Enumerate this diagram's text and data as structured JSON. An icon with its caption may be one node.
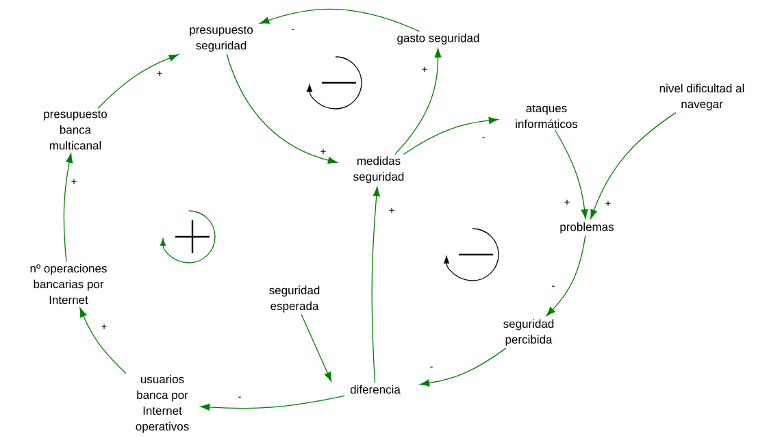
{
  "diagram": {
    "nodes": [
      {
        "text": [
          "presupuesto seguridad"
        ]
      },
      {
        "text": [
          "gasto seguridad"
        ]
      },
      {
        "text": [
          "presupuesto banca multicanal"
        ]
      },
      {
        "text": [
          "medidas seguridad"
        ]
      },
      {
        "text": [
          "ataques informáticos"
        ]
      },
      {
        "text": [
          "nivel dificultad al navegar"
        ]
      },
      {
        "text": [
          "problemas"
        ]
      },
      {
        "text": [
          "nº operaciones bancarias por Internet"
        ]
      },
      {
        "text": [
          "seguridad esperada"
        ]
      },
      {
        "text": [
          "seguridad percibida"
        ]
      },
      {
        "text": [
          "diferencia"
        ]
      },
      {
        "text": [
          "usuarios banca por Internet operativos"
        ]
      }
    ],
    "edges": [
      {
        "from": 1,
        "to": 0,
        "arrow": "to",
        "label": "-"
      },
      {
        "from": 2,
        "to": 0,
        "arrow": "to",
        "label": "+"
      },
      {
        "from": 0,
        "to": 3,
        "arrow": "to",
        "label": "+"
      },
      {
        "from": 3,
        "to": 1,
        "arrow": "to",
        "label": "+"
      },
      {
        "from": 3,
        "to": 4,
        "arrow": "to",
        "label": "-"
      },
      {
        "from": 4,
        "to": 6,
        "arrow": "to",
        "label": "+"
      },
      {
        "from": 5,
        "to": 6,
        "arrow": "to",
        "label": "+"
      },
      {
        "from": 6,
        "to": 9,
        "arrow": "to",
        "label": "-"
      },
      {
        "from": 9,
        "to": 10,
        "arrow": "to",
        "label": "-"
      },
      {
        "from": 8,
        "to": 10,
        "arrow": "to"
      },
      {
        "from": 10,
        "to": 3,
        "arrow": "to",
        "label": "+"
      },
      {
        "from": 10,
        "to": 11,
        "arrow": "to",
        "label": "-"
      },
      {
        "from": 11,
        "to": 7,
        "arrow": "to",
        "label": "+"
      },
      {
        "from": 7,
        "to": 2,
        "arrow": "to",
        "label": "+"
      }
    ]
  }
}
